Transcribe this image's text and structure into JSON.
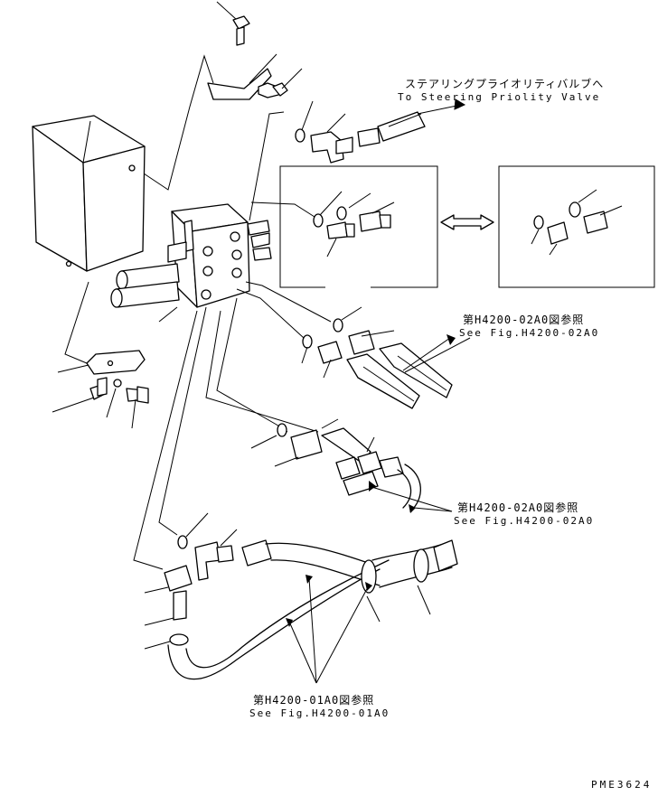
{
  "labels": {
    "to_steering_jp": "ステアリングプライオリティバルブへ",
    "to_steering_en": "To Steering Priolity Valve",
    "ref1_jp": "第H4200-02A0図参照",
    "ref1_en": "See Fig.H4200-02A0",
    "ref2_jp": "第H4200-02A0図参照",
    "ref2_en": "See Fig.H4200-02A0",
    "ref3_jp": "第H4200-01A0図参照",
    "ref3_en": "See Fig.H4200-01A0",
    "drawing_code": "PME3624"
  }
}
